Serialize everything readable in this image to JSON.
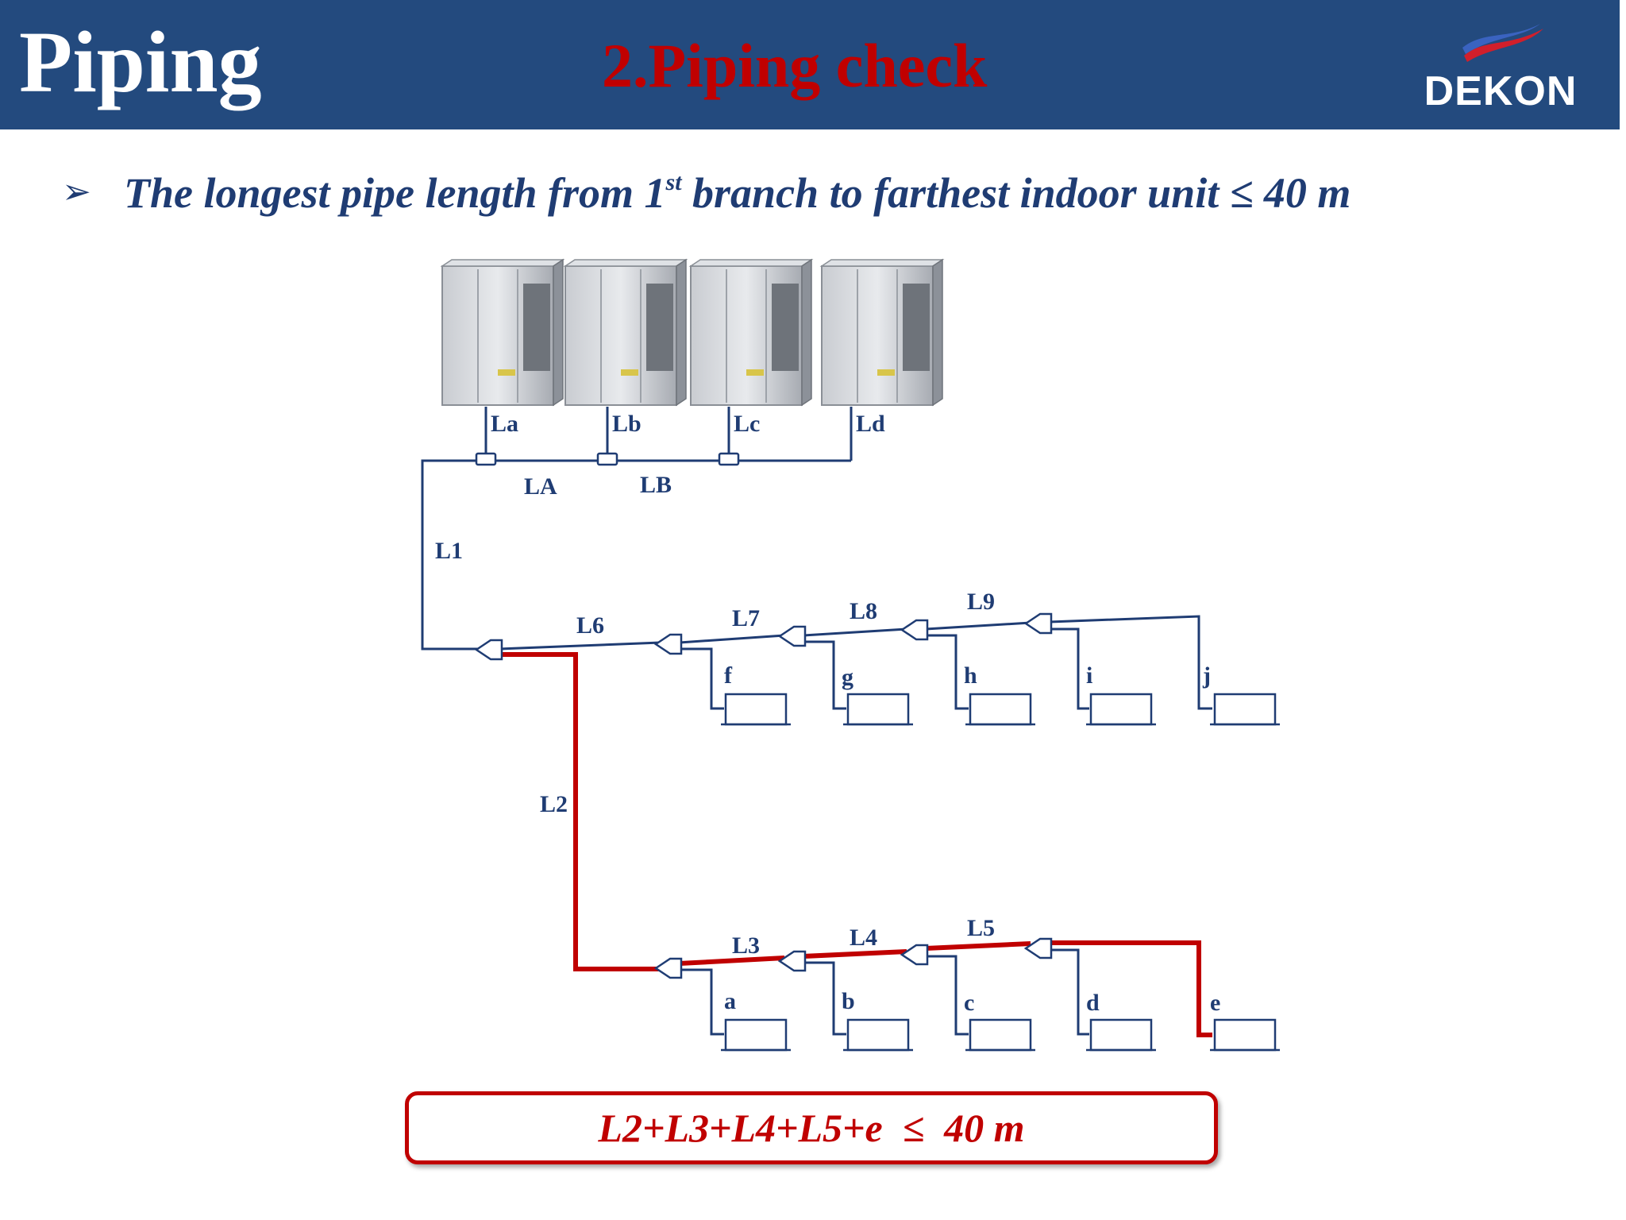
{
  "header": {
    "title": "Piping",
    "subtitle": "2.Piping check",
    "logo_text": "DEKON",
    "bg_color": "#234a7e",
    "subtitle_color": "#c00000"
  },
  "bullet": {
    "icon": "arrow-bullet-icon",
    "text_before": "The longest pipe length from 1",
    "superscript": "st",
    "text_after": " branch to farthest indoor unit ≤ 40 m"
  },
  "diagram": {
    "outdoor_unit_labels": [
      "La",
      "Lb",
      "Lc",
      "Ld"
    ],
    "outdoor_header_labels": [
      "LA",
      "LB"
    ],
    "main_pipe_labels": [
      "L1",
      "L2"
    ],
    "upper_branch_labels": [
      "L6",
      "L7",
      "L8",
      "L9"
    ],
    "lower_branch_labels": [
      "L3",
      "L4",
      "L5"
    ],
    "upper_indoor_units": [
      "f",
      "g",
      "h",
      "i",
      "j"
    ],
    "lower_indoor_units": [
      "a",
      "b",
      "c",
      "d",
      "e"
    ],
    "pipe_color": "#1f3c73",
    "highlight_color": "#c00000"
  },
  "formula": {
    "text": "L2+L3+L4+L5+e  ≤  40 m"
  }
}
